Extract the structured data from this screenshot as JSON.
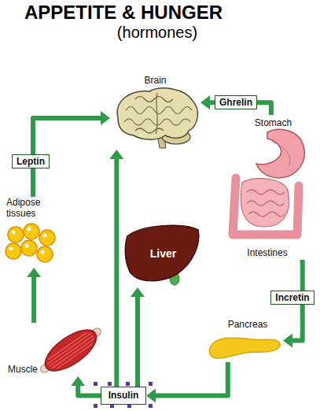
{
  "diagram": {
    "title": "APPETITE & HUNGER",
    "nodes": [
      {
        "text": [
          "Brain"
        ]
      },
      {
        "text": [
          "Stomach"
        ]
      },
      {
        "text": [
          "Intestines"
        ]
      },
      {
        "text": [
          "Pancreas"
        ]
      },
      {
        "text": [
          "Insulin"
        ]
      },
      {
        "text": [
          "Muscle"
        ]
      },
      {
        "text": [
          "Adipose tissues"
        ]
      },
      {
        "text": [
          "Liver"
        ]
      }
    ],
    "edges": [
      {
        "from": 6,
        "to": 0,
        "arrow": "to",
        "label": "Leptin"
      },
      {
        "from": 1,
        "to": 0,
        "arrow": "to",
        "label": "Ghrelin"
      },
      {
        "from": 2,
        "to": 3,
        "arrow": "to",
        "label": "Incretin"
      },
      {
        "from": 3,
        "to": 4,
        "arrow": "to"
      },
      {
        "from": 4,
        "to": 5,
        "arrow": "to"
      },
      {
        "from": 4,
        "to": 7,
        "arrow": "to"
      },
      {
        "from": 4,
        "to": 0,
        "arrow": "to"
      },
      {
        "from": 5,
        "to": 6,
        "arrow": "to"
      }
    ],
    "labels": [
      "(hormones)"
    ]
  }
}
